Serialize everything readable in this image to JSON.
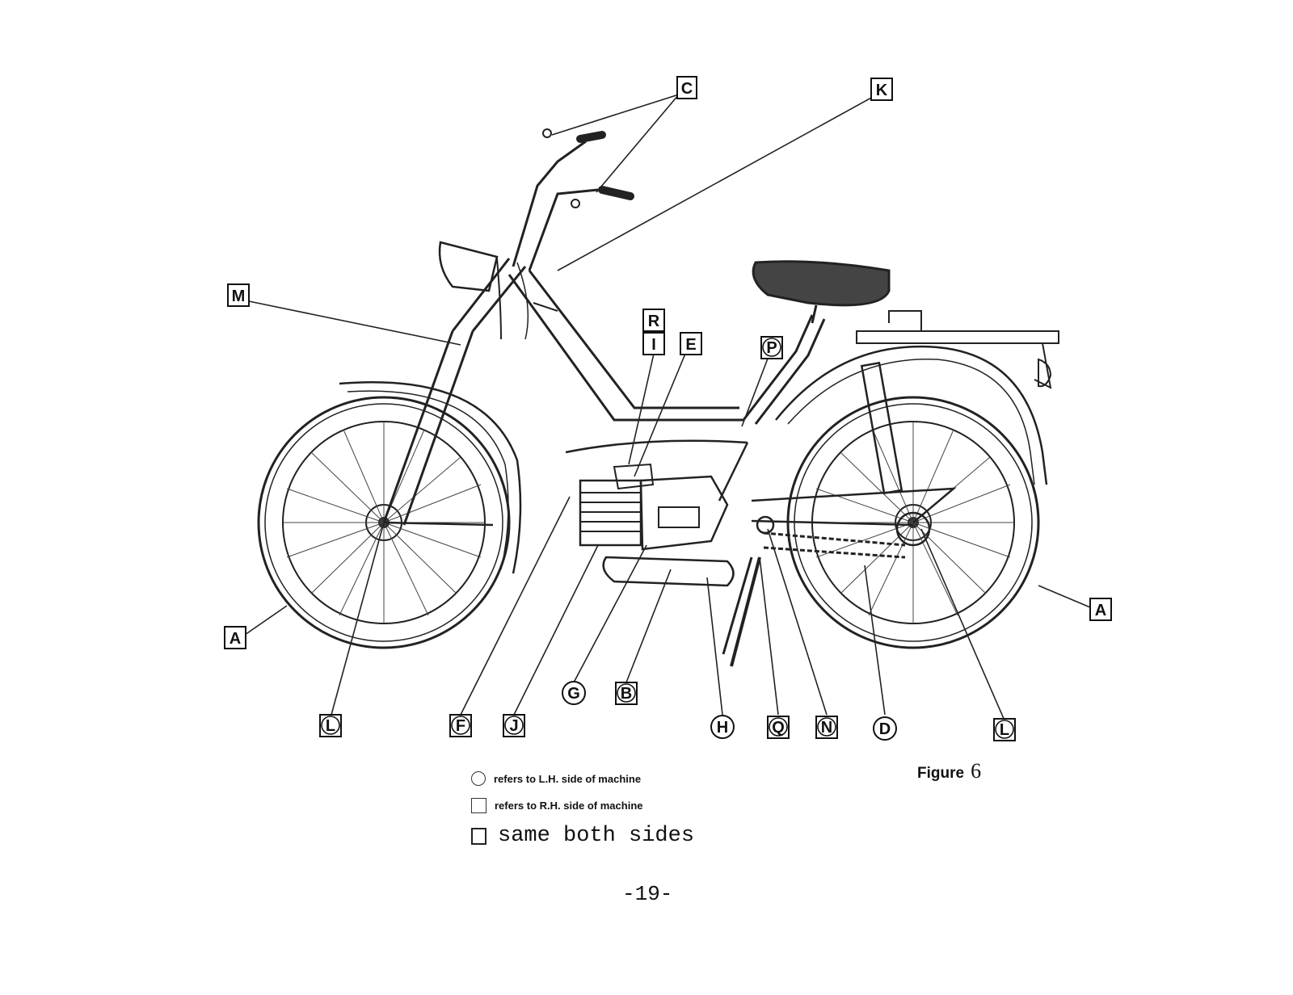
{
  "callouts": {
    "A_left": "A",
    "A_right": "A",
    "B": "B",
    "C": "C",
    "D": "D",
    "E": "E",
    "F": "F",
    "G": "G",
    "H": "H",
    "I": "I",
    "J": "J",
    "K": "K",
    "L_left": "L",
    "L_right": "L",
    "M": "M",
    "N": "N",
    "P": "P",
    "Q": "Q",
    "R": "R"
  },
  "caption": {
    "label": "Figure",
    "number": "6"
  },
  "legend": {
    "lh": "refers to L.H. side of machine",
    "rh": "refers to R.H. side of machine",
    "both": "same both sides"
  },
  "page_number": "-19-"
}
